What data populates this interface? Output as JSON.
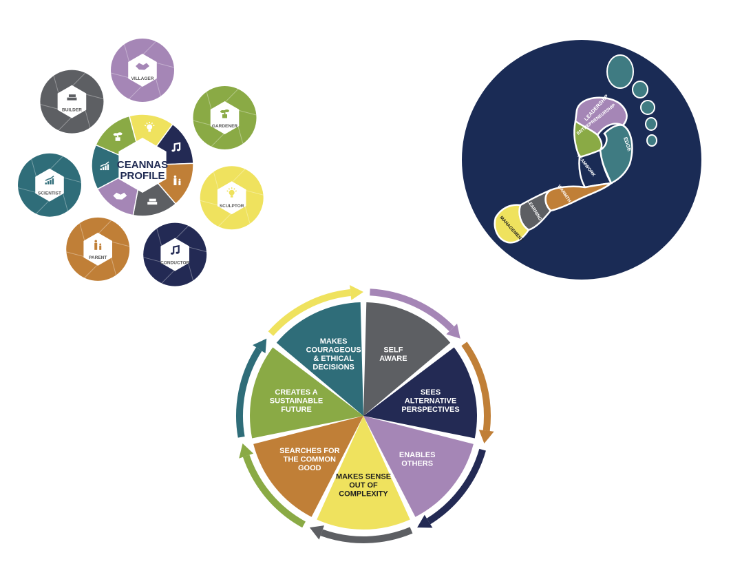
{
  "colors": {
    "purple": "#a586b6",
    "green": "#8aaa45",
    "gray": "#5d5f63",
    "teal": "#2f6d79",
    "yellow": "#efe25e",
    "orange": "#c07f37",
    "navy": "#232a54",
    "footBg": "#1a2b55",
    "toeTeal": "#3f7b82"
  },
  "profile": {
    "center_line1": "CEANNAS",
    "center_line2": "PROFILE",
    "roles": [
      {
        "label": "VILLAGER",
        "color": "#a586b6",
        "icon": "handshake-icon"
      },
      {
        "label": "GARDENER",
        "color": "#8aaa45",
        "icon": "plant-icon"
      },
      {
        "label": "SCULPTOR",
        "color": "#efe25e",
        "icon": "lightbulb-icon"
      },
      {
        "label": "CONDUCTOR",
        "color": "#232a54",
        "icon": "music-note-icon"
      },
      {
        "label": "PARENT",
        "color": "#c07f37",
        "icon": "family-icon"
      },
      {
        "label": "SCIENTIST",
        "color": "#2f6d79",
        "icon": "bar-chart-icon"
      },
      {
        "label": "BUILDER",
        "color": "#5d5f63",
        "icon": "bricks-icon"
      }
    ]
  },
  "footprint": {
    "labels": [
      "LEADERSHIP",
      "EDGE",
      "ENTREPRENEURSHIP",
      "TEAMWORK",
      "WARMTH",
      "LEARNING",
      "MANAGEMENT"
    ]
  },
  "wheel": {
    "segments": [
      {
        "lines": [
          "SELF",
          "AWARE"
        ],
        "color": "#5d5f63",
        "arrow": "#a586b6"
      },
      {
        "lines": [
          "SEES",
          "ALTERNATIVE",
          "PERSPECTIVES"
        ],
        "color": "#232a54",
        "arrow": "#c07f37"
      },
      {
        "lines": [
          "ENABLES",
          "OTHERS"
        ],
        "color": "#a586b6",
        "arrow": "#232a54"
      },
      {
        "lines": [
          "MAKES SENSE",
          "OUT OF",
          "COMPLEXITY"
        ],
        "color": "#efe25e",
        "arrow": "#5d5f63"
      },
      {
        "lines": [
          "SEARCHES FOR",
          "THE COMMON",
          "GOOD"
        ],
        "color": "#c07f37",
        "arrow": "#8aaa45"
      },
      {
        "lines": [
          "CREATES A",
          "SUSTAINABLE",
          "FUTURE"
        ],
        "color": "#8aaa45",
        "arrow": "#2f6d79"
      },
      {
        "lines": [
          "MAKES",
          "COURAGEOUS",
          "& ETHICAL",
          "DECISIONS"
        ],
        "color": "#2f6d79",
        "arrow": "#efe25e"
      }
    ]
  }
}
